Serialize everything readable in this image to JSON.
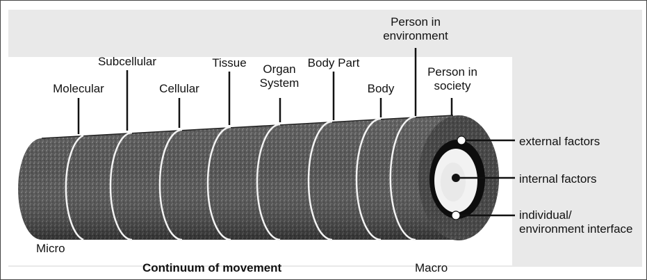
{
  "levels": [
    "Molecular",
    "Subcellular",
    "Cellular",
    "Tissue",
    "Organ\nSystem",
    "Body Part",
    "Body",
    "Person in\nenvironment",
    "Person in\nsociety"
  ],
  "end_labels": {
    "external": "external factors",
    "internal": "internal factors",
    "interface": "individual/\nenvironment interface"
  },
  "scale": {
    "micro": "Micro",
    "macro": "Macro"
  },
  "caption": "Continuum of movement",
  "colors": {
    "panel": "#e9e9e9",
    "cylinder": "#5a5a5a",
    "band_line": "#f4f4f4",
    "core": "#f2f2f2"
  }
}
